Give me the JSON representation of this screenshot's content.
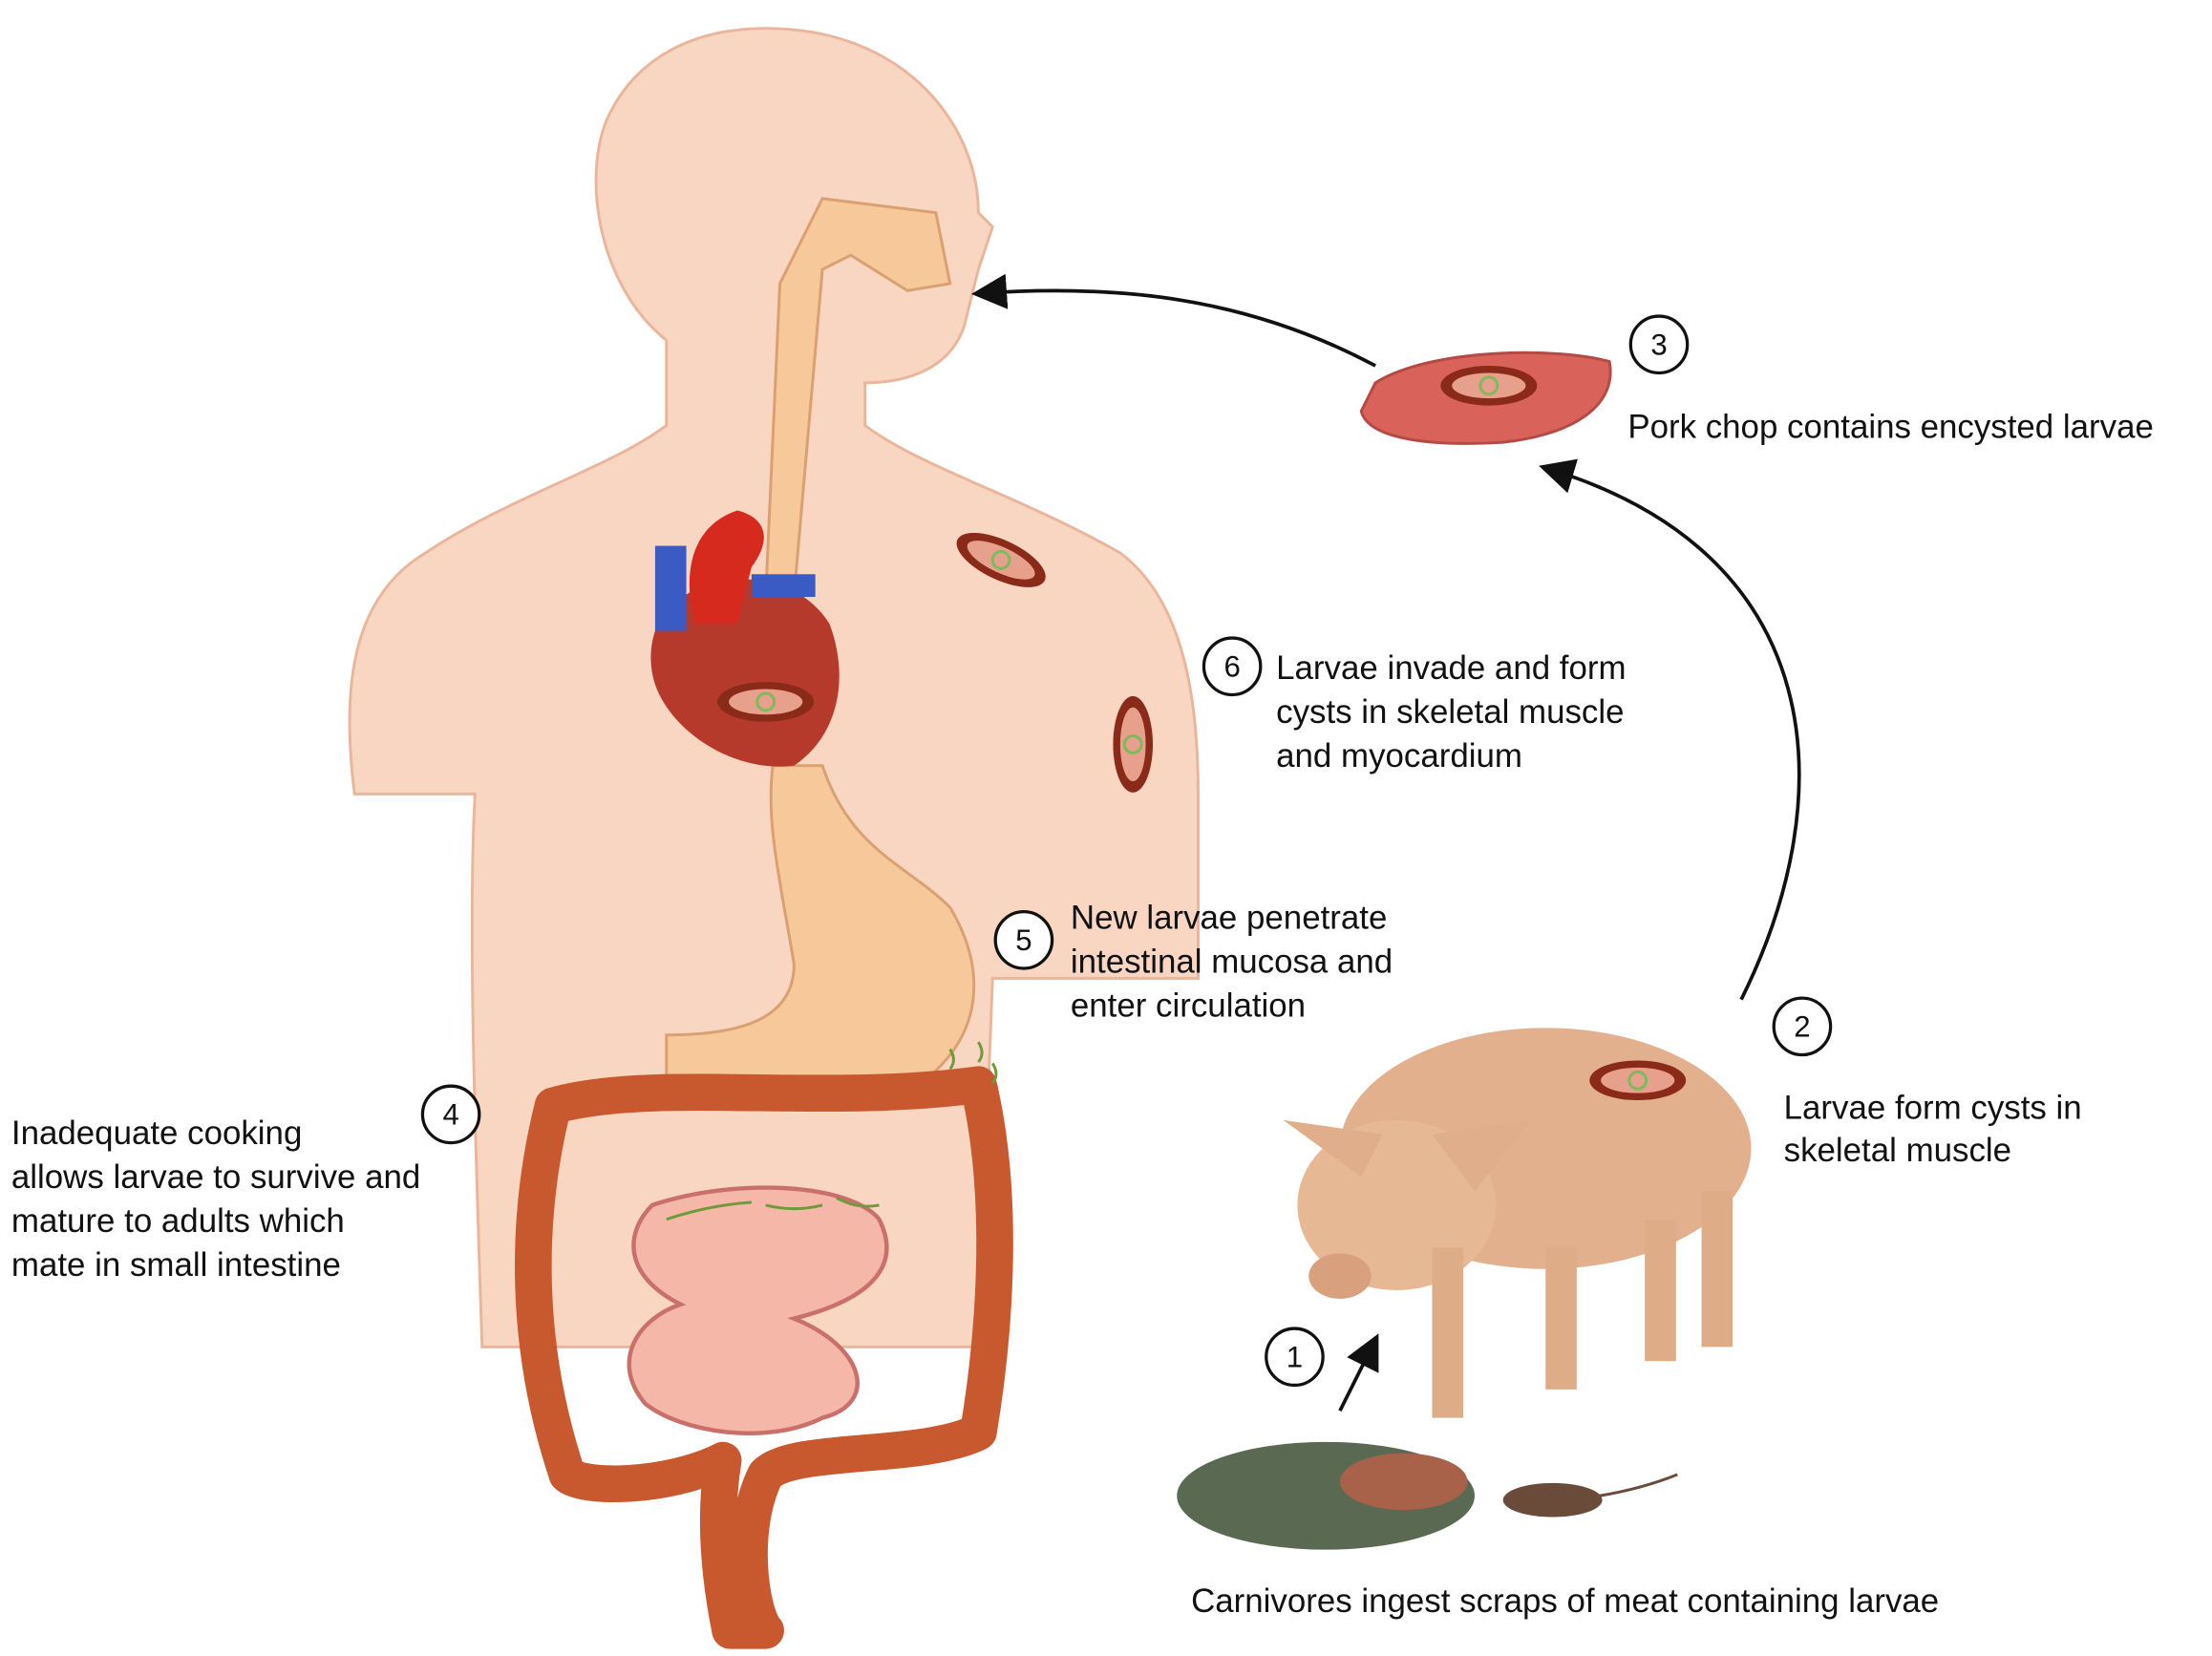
{
  "title": "Trichinella life cycle",
  "steps": [
    {
      "number": "1",
      "lines": [
        "Carnivores ingest scraps of meat containing larvae"
      ]
    },
    {
      "number": "2",
      "lines": [
        "Larvae form cysts in",
        "skeletal muscle"
      ]
    },
    {
      "number": "3",
      "lines": [
        "Pork chop contains encysted larvae"
      ]
    },
    {
      "number": "4",
      "lines": [
        "Inadequate cooking",
        "allows larvae to survive and",
        "mature to adults which",
        "mate in small intestine"
      ]
    },
    {
      "number": "5",
      "lines": [
        "New larvae penetrate",
        "intestinal mucosa and",
        "enter circulation"
      ]
    },
    {
      "number": "6",
      "lines": [
        "Larvae invade and form",
        "cysts in skeletal muscle",
        "and myocardium"
      ]
    }
  ],
  "colors": {
    "skin": "#f9d6c2",
    "intestine": "#c8582e",
    "meat": "#d9625a",
    "pig": "#e2b08c"
  }
}
